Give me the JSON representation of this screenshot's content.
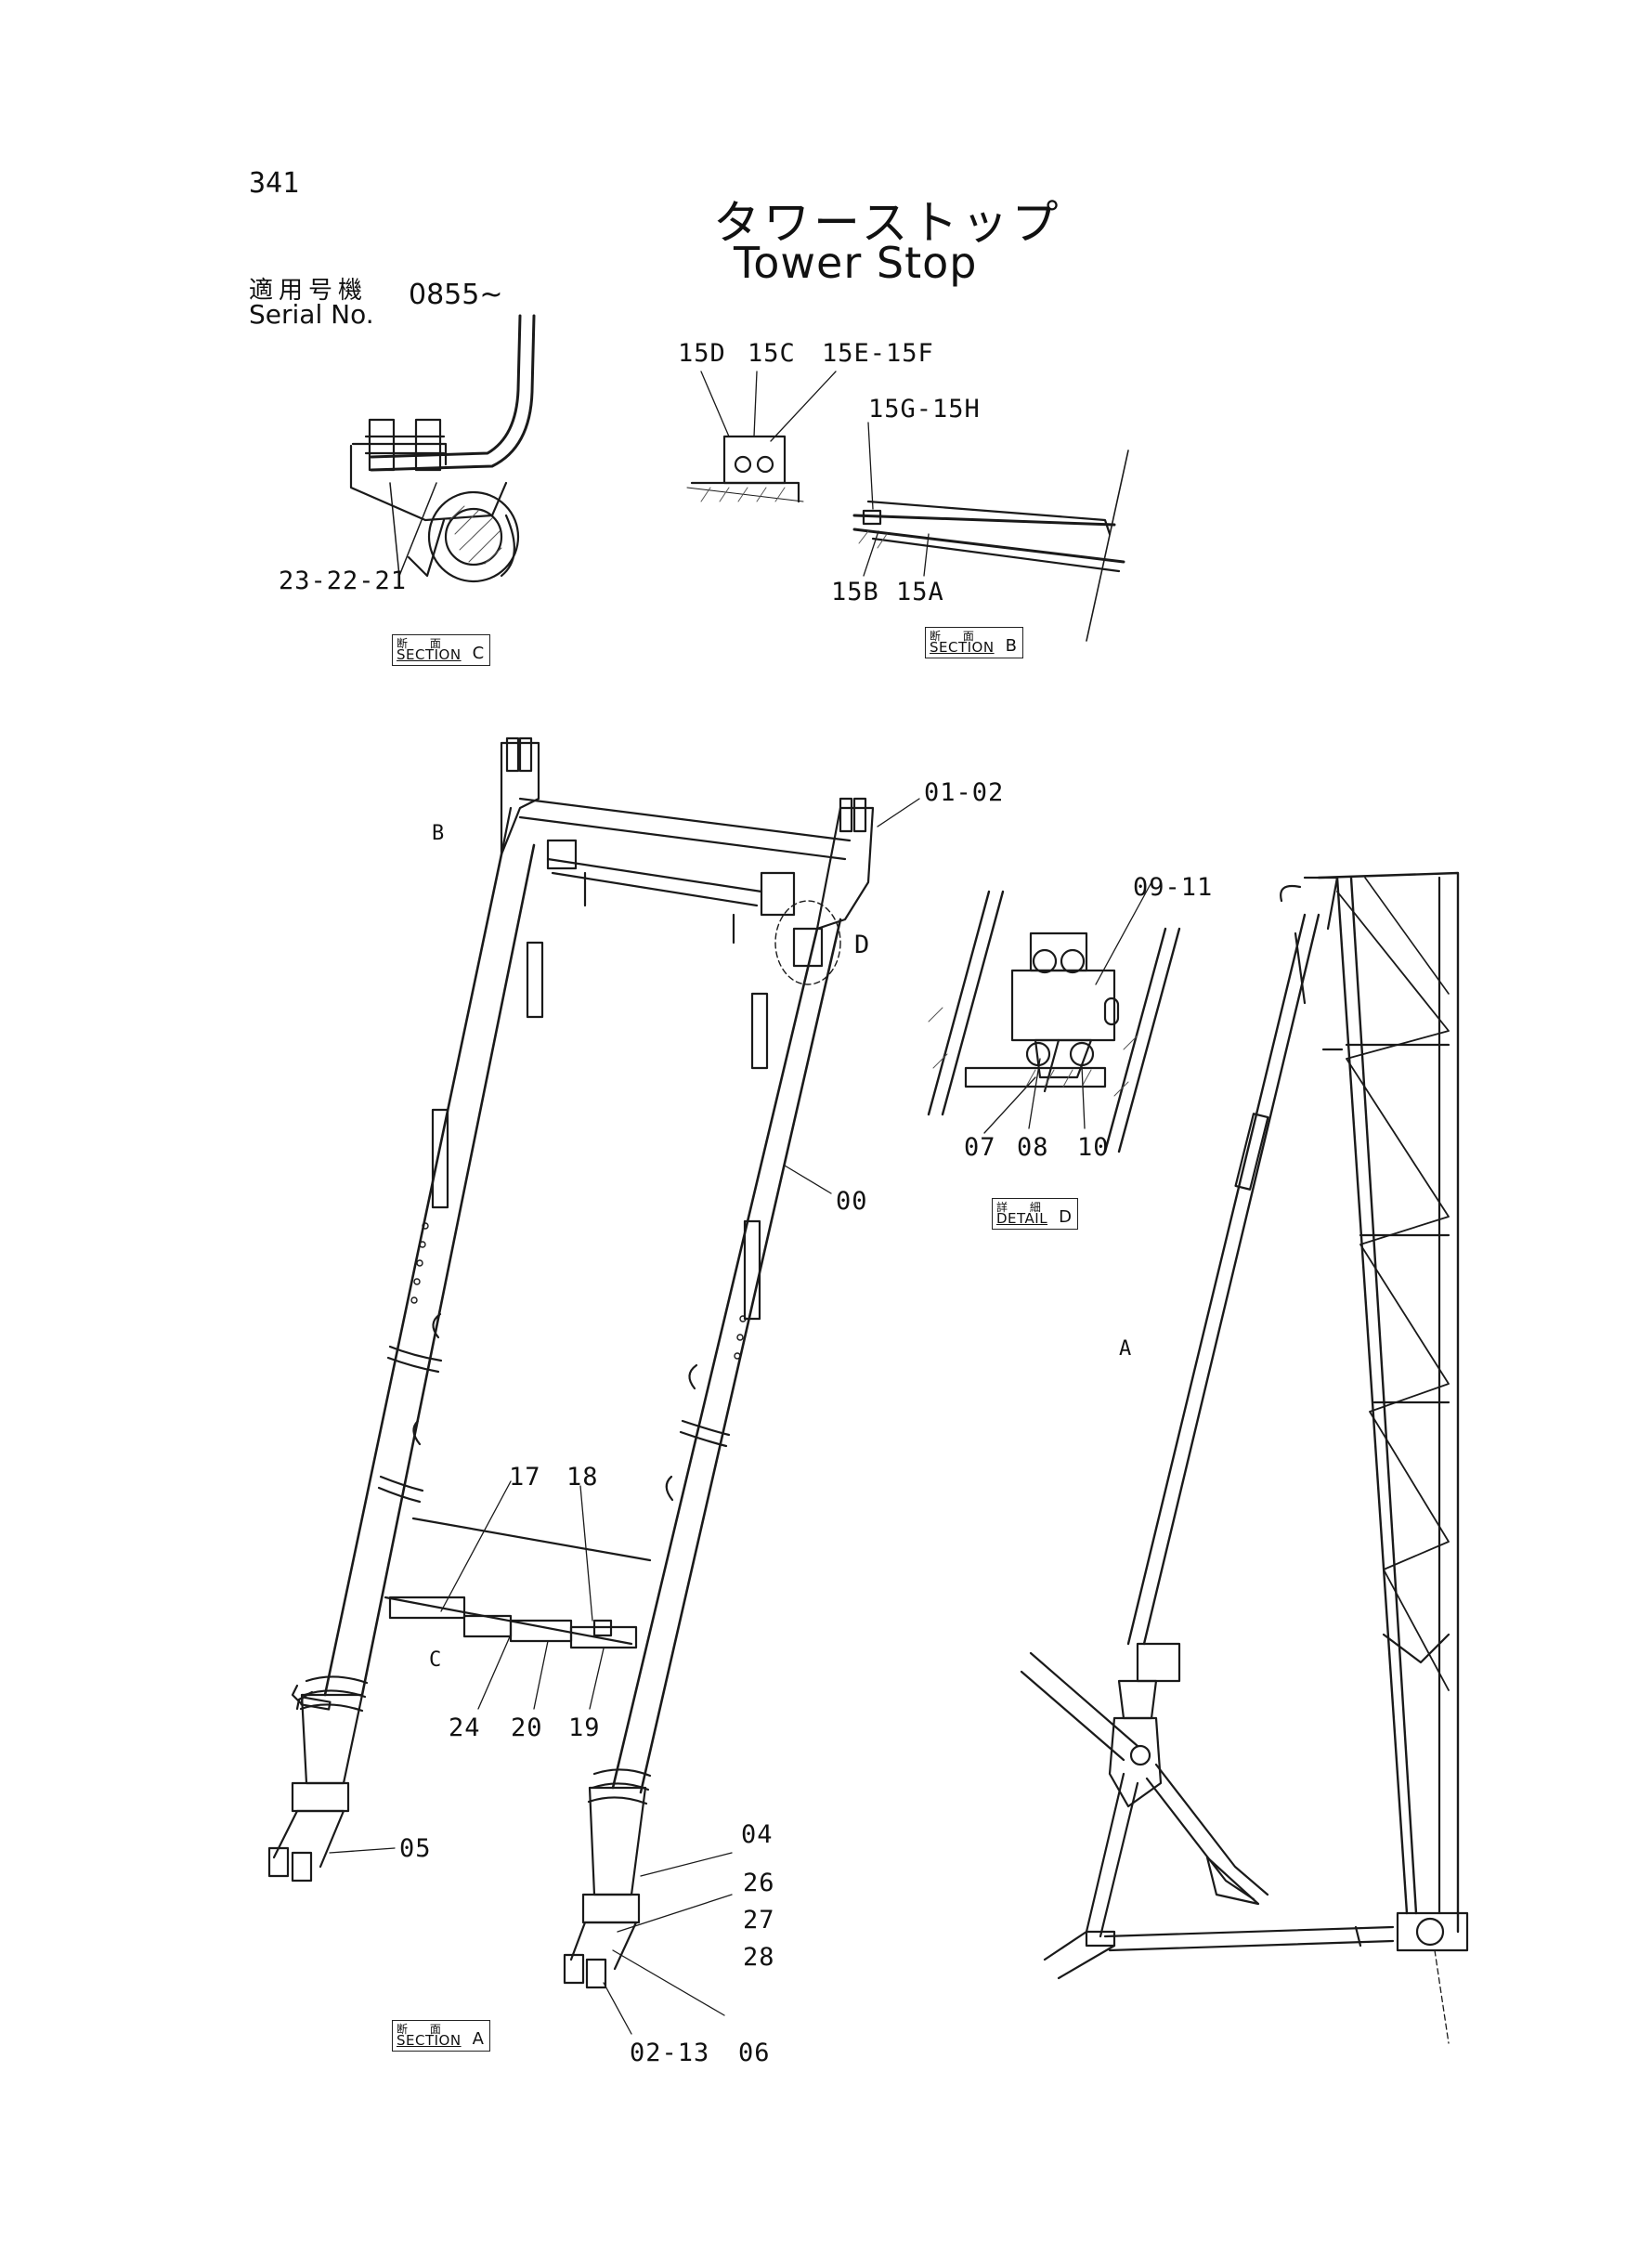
{
  "page_number": "341",
  "title_jp": "タワーストップ",
  "title_en": "Tower Stop",
  "serial": {
    "label_jp": "適用号機",
    "label_en": "Serial No.",
    "value": "0855~"
  },
  "sections": {
    "c": {
      "jp": "断 面",
      "en": "SECTION",
      "letter": "C"
    },
    "b": {
      "jp": "断 面",
      "en": "SECTION",
      "letter": "B"
    },
    "a": {
      "jp": "断 面",
      "en": "SECTION",
      "letter": "A"
    },
    "d": {
      "jp": "詳 細",
      "en": "DETAIL",
      "letter": "D"
    }
  },
  "view_markers": {
    "b": "B",
    "c": "C",
    "a": "A",
    "d": "D"
  },
  "callouts": {
    "c_bolts": "23-22-21",
    "b_15d": "15D",
    "b_15c": "15C",
    "b_15ef": "15E-15F",
    "b_15gh": "15G-15H",
    "b_15b": "15B",
    "b_15a": "15A",
    "p0102": "01-02",
    "p0911": "09-11",
    "p07": "07",
    "p08": "08",
    "p10": "10",
    "p00": "00",
    "p17": "17",
    "p18": "18",
    "p24": "24",
    "p20": "20",
    "p19": "19",
    "p05": "05",
    "p04": "04",
    "p26": "26",
    "p27": "27",
    "p28": "28",
    "p0213": "02-13",
    "p06": "06"
  }
}
